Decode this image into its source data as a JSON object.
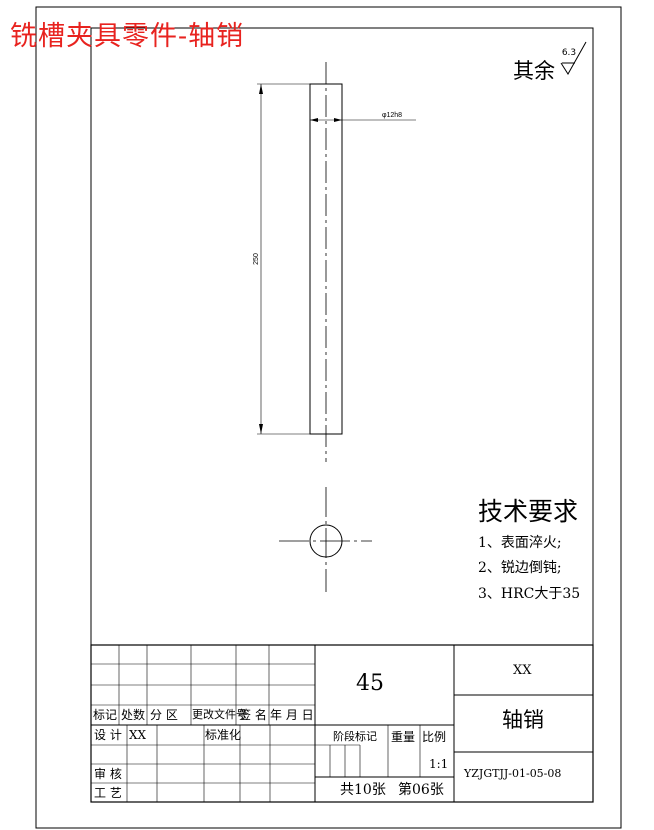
{
  "title": "铣槽夹具零件-轴销",
  "roughness": {
    "prefix": "其余",
    "value": "6.3"
  },
  "dimensions": {
    "diameter": "φ12h8",
    "length": "250"
  },
  "technical_requirements": {
    "heading": "技术要求",
    "items": [
      "1、表面淬火;",
      "2、锐边倒钝;",
      "3、HRC大于35"
    ]
  },
  "title_block": {
    "material": "45",
    "company": "XX",
    "part_name": "轴销",
    "drawing_number": "YZJGTJJ-01-05-08",
    "scale": "1:1",
    "sheets": "共10张",
    "sheet_no": "第06张",
    "stage_label": "阶段标记",
    "weight_label": "重量",
    "scale_label": "比例",
    "header_row": [
      "标记",
      "处数",
      "分 区",
      "更改文件号",
      "签 名",
      "年 月 日"
    ],
    "designer_label": "设 计",
    "designer_name": "XX",
    "standardization_label": "标准化",
    "reviewer_label": "审 核",
    "process_label": "工 艺"
  }
}
